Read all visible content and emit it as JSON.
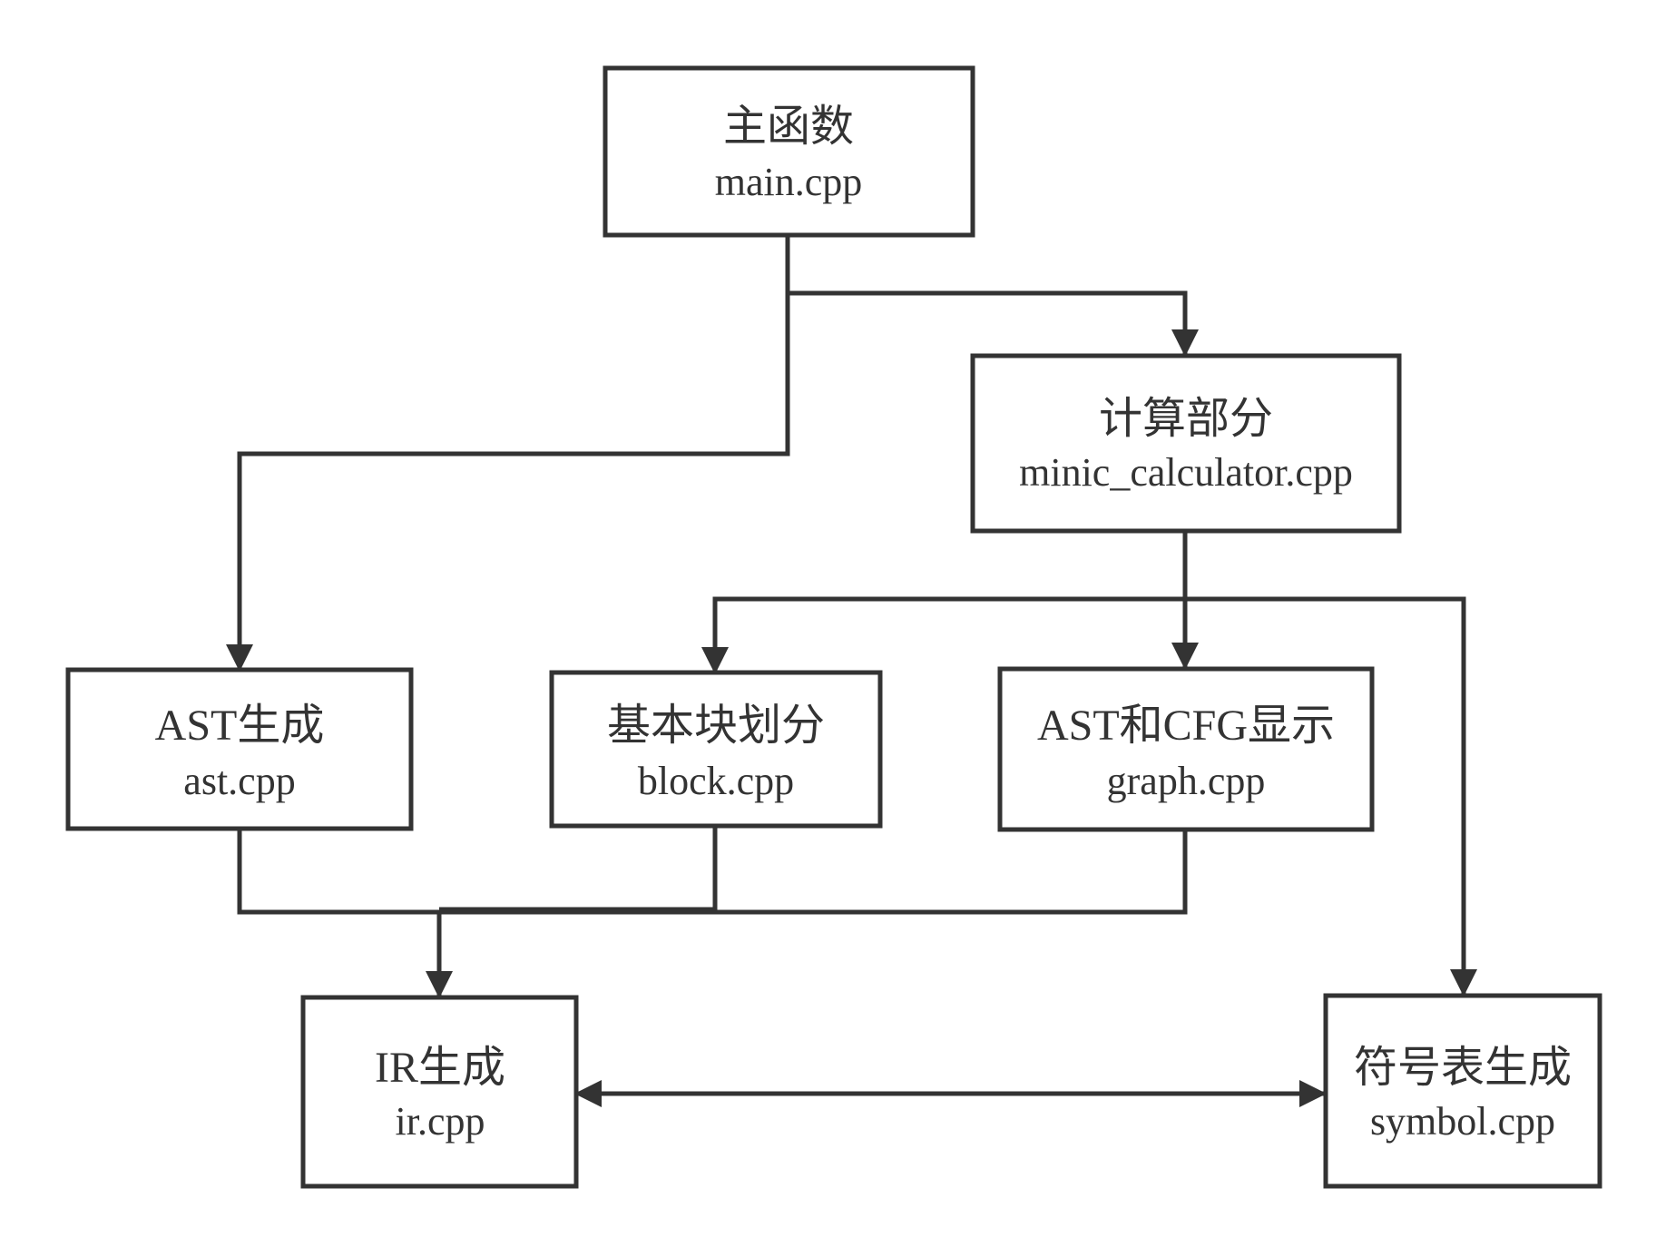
{
  "diagram": {
    "colors": {
      "stroke": "#333333",
      "text": "#333333",
      "fill": "#ffffff"
    },
    "nodes": {
      "main": {
        "title": "主函数",
        "file": "main.cpp"
      },
      "calculator": {
        "title": "计算部分",
        "file": "minic_calculator.cpp"
      },
      "ast": {
        "title": "AST生成",
        "file": "ast.cpp"
      },
      "block": {
        "title": "基本块划分",
        "file": "block.cpp"
      },
      "graph": {
        "title": "AST和CFG显示",
        "file": "graph.cpp"
      },
      "ir": {
        "title": "IR生成",
        "file": "ir.cpp"
      },
      "symbol": {
        "title": "符号表生成",
        "file": "symbol.cpp"
      }
    },
    "edges": [
      {
        "from": "main",
        "to": "calculator"
      },
      {
        "from": "main",
        "to": "ast"
      },
      {
        "from": "calculator",
        "to": "block"
      },
      {
        "from": "calculator",
        "to": "graph"
      },
      {
        "from": "calculator",
        "to": "symbol"
      },
      {
        "from": "ast",
        "to": "ir"
      },
      {
        "from": "block",
        "to": "ir"
      },
      {
        "from": "graph",
        "to": "ir"
      },
      {
        "from": "ir",
        "to": "symbol",
        "bidirectional": true
      }
    ]
  }
}
